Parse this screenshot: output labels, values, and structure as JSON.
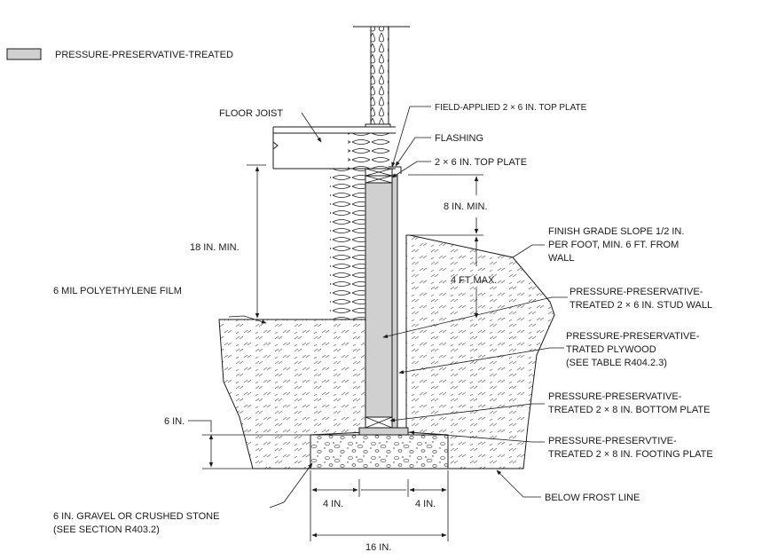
{
  "legend": {
    "label": "PRESSURE-PRESERVATIVE-TREATED",
    "fill_color": "#d0d0d0"
  },
  "labels": {
    "floor_joist": "FLOOR JOIST",
    "field_top_plate": "FIELD-APPLIED 2 × 6 IN. TOP PLATE",
    "flashing": "FLASHING",
    "top_plate": "2 × 6 IN. TOP PLATE",
    "eight_in_min": "8 IN. MIN.",
    "eighteen_in_min": "18 IN. MIN.",
    "finish_grade": [
      "FINISH GRADE SLOPE 1/2 IN.",
      "PER FOOT, MIN. 6 FT. FROM",
      "WALL"
    ],
    "four_ft_max": "4 FT MAX.",
    "poly_film": "6 MIL POLYETHYLENE FILM",
    "stud_wall": [
      "PRESSURE-PRESERVATIVE-",
      "TREATED 2 × 6 IN. STUD WALL"
    ],
    "plywood": [
      "PRESSURE-PRESERVATIVE-",
      "TRATED PLYWOOD",
      "(SEE TABLE R404.2.3)"
    ],
    "bottom_plate": [
      "PRESSURE-PRESERVATIVE-",
      "TREATED 2 × 8 IN. BOTTOM PLATE"
    ],
    "six_in": "6 IN.",
    "footing_plate": [
      "PRESSURE-PRESERVTIVE-",
      "TREATED 2 × 8 IN. FOOTING PLATE"
    ],
    "four_in_left": "4 IN.",
    "four_in_right": "4 IN.",
    "below_frost": "BELOW FROST LINE",
    "gravel": [
      "6 IN. GRAVEL OR CRUSHED STONE",
      "(SEE SECTION R403.2)"
    ],
    "sixteen_in": "16 IN."
  },
  "colors": {
    "treated": "#d0d0d0",
    "ink": "#1a1a1a",
    "soil": "#ffffff"
  }
}
